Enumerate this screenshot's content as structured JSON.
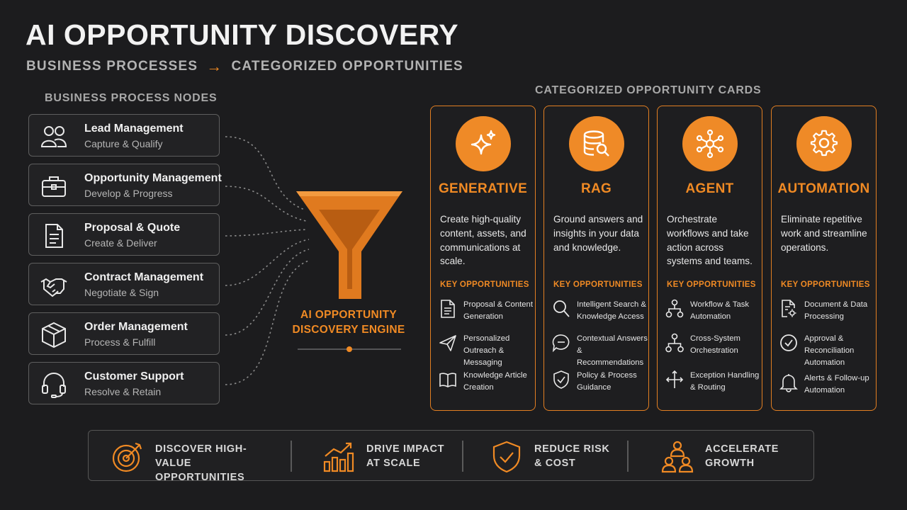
{
  "header": {
    "title": "AI OPPORTUNITY DISCOVERY",
    "subtitle_left": "BUSINESS PROCESSES",
    "subtitle_arrow": "→",
    "subtitle_right": "CATEGORIZED OPPORTUNITIES"
  },
  "nodes_section": {
    "label": "BUSINESS PROCESS NODES",
    "items": [
      {
        "name": "Lead Management",
        "sub": "Capture & Qualify",
        "icon": "users-icon"
      },
      {
        "name": "Opportunity Management",
        "sub": "Develop & Progress",
        "icon": "briefcase-icon"
      },
      {
        "name": "Proposal & Quote",
        "sub": "Create & Deliver",
        "icon": "document-icon"
      },
      {
        "name": "Contract Management",
        "sub": "Negotiate & Sign",
        "icon": "handshake-icon"
      },
      {
        "name": "Order Management",
        "sub": "Process & Fulfill",
        "icon": "package-icon"
      },
      {
        "name": "Customer Support",
        "sub": "Resolve & Retain",
        "icon": "headset-icon"
      }
    ]
  },
  "engine": {
    "line1": "AI OPPORTUNITY",
    "line2": "DISCOVERY ENGINE",
    "icon": "funnel-icon"
  },
  "cards_section": {
    "label": "CATEGORIZED OPPORTUNITY CARDS",
    "key_label": "KEY OPPORTUNITIES",
    "cards": [
      {
        "title": "GENERATIVE",
        "icon": "sparkles-icon",
        "desc": "Create high-quality content, assets, and communications at scale.",
        "opps": [
          {
            "text": "Proposal & Content Generation",
            "icon": "document-icon"
          },
          {
            "text": "Personalized Outreach & Messaging",
            "icon": "send-icon"
          },
          {
            "text": "Knowledge Article Creation",
            "icon": "book-icon"
          }
        ]
      },
      {
        "title": "RAG",
        "icon": "database-search-icon",
        "desc": "Ground answers and insights in your data and knowledge.",
        "opps": [
          {
            "text": "Intelligent Search & Knowledge Access",
            "icon": "search-icon"
          },
          {
            "text": "Contextual Answers & Recommendations",
            "icon": "chat-icon"
          },
          {
            "text": "Policy & Process Guidance",
            "icon": "shield-check-icon"
          }
        ]
      },
      {
        "title": "AGENT",
        "icon": "network-icon",
        "desc": "Orchestrate workflows and take action across systems and teams.",
        "opps": [
          {
            "text": "Workflow & Task Automation",
            "icon": "workflow-icon"
          },
          {
            "text": "Cross-System Orchestration",
            "icon": "hierarchy-icon"
          },
          {
            "text": "Exception Handling & Routing",
            "icon": "routing-icon"
          }
        ]
      },
      {
        "title": "AUTOMATION",
        "icon": "gear-icon",
        "desc": "Eliminate repetitive work and streamline operations.",
        "opps": [
          {
            "text": "Document & Data Processing",
            "icon": "doc-gear-icon"
          },
          {
            "text": "Approval & Reconciliation Automation",
            "icon": "check-circle-icon"
          },
          {
            "text": "Alerts & Follow-up Automation",
            "icon": "bell-icon"
          }
        ]
      }
    ]
  },
  "benefits": [
    {
      "line1": "DISCOVER HIGH-VALUE",
      "line2": "OPPORTUNITIES",
      "icon": "target-icon"
    },
    {
      "line1": "DRIVE IMPACT",
      "line2": "AT SCALE",
      "icon": "growth-chart-icon"
    },
    {
      "line1": "REDUCE RISK",
      "line2": "& COST",
      "icon": "shield-check-icon"
    },
    {
      "line1": "ACCELERATE",
      "line2": "GROWTH",
      "icon": "team-icon"
    }
  ],
  "colors": {
    "accent": "#f08a24",
    "background": "#1c1c1e",
    "border": "#5e5e5e"
  }
}
